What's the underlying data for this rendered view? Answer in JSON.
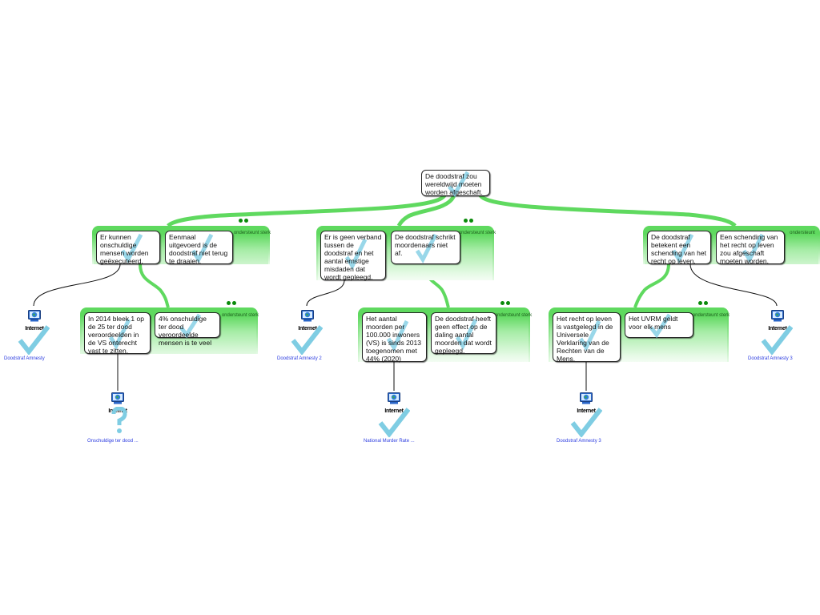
{
  "colors": {
    "support": "#5fd95f",
    "dots": "#0a8a0a",
    "check": "#7fcde3",
    "link": "#2b3be0",
    "connector": "#111111"
  },
  "root": {
    "id": "root",
    "text": "De doodstraf zou wereldwijd moeten worden afgeschaft.",
    "mark": "check"
  },
  "groups": [
    {
      "id": "g1",
      "label": "ondersteunt sterk",
      "dots": 2,
      "claims": [
        {
          "id": "c1",
          "text": "Er kunnen onschuldige mensen worden geëxecuteerd.",
          "mark": "check"
        },
        {
          "id": "c2",
          "text": "Eenmaal uitgevoerd is de doodstraf niet terug te draaien.",
          "mark": "check"
        }
      ]
    },
    {
      "id": "g2",
      "label": "ondersteunt sterk",
      "dots": 2,
      "claims": [
        {
          "id": "c3",
          "text": "Er is geen verband tussen de doodstraf en het aantal ernstige misdaden dat wordt gepleegd.",
          "mark": "check"
        },
        {
          "id": "c4",
          "text": "De doodstraf schrikt moordenaars niet af.",
          "mark": "check"
        }
      ]
    },
    {
      "id": "g3",
      "label": "ondersteunt",
      "dots": 0,
      "claims": [
        {
          "id": "c5",
          "text": "De doodstraf betekent een schending van het recht op leven.",
          "mark": "check"
        },
        {
          "id": "c6",
          "text": "Een schending van het recht op leven zou afgeschaft moeten worden.",
          "mark": "check"
        }
      ]
    },
    {
      "id": "g4",
      "label": "ondersteunt sterk",
      "dots": 2,
      "claims": [
        {
          "id": "c7",
          "text": "In 2014 bleek 1 op de 25 ter dood veroordeelden in de VS onterecht vast te zitten.",
          "mark": "check"
        },
        {
          "id": "c8",
          "text": "4% onschuldige ter dood veroordeelde mensen is te veel",
          "mark": "check"
        }
      ]
    },
    {
      "id": "g5",
      "label": "ondersteunt sterk",
      "dots": 2,
      "claims": [
        {
          "id": "c9",
          "text": "Het aantal moorden per 100.000 inwoners (VS) is sinds 2013 toegenomen met 44% (2020)",
          "mark": "check"
        },
        {
          "id": "c10",
          "text": "De doodstraf heeft geen effect op de daling aantal moorden dat wordt gepleegd.",
          "mark": "check"
        }
      ]
    },
    {
      "id": "g6",
      "label": "ondersteunt sterk",
      "dots": 2,
      "claims": [
        {
          "id": "c11",
          "text": "Het recht op leven is vastgelegd in de Universele Verklaring van de Rechten van de Mens.",
          "mark": "check"
        },
        {
          "id": "c12",
          "text": "Het UVRM geldt voor elk mens",
          "mark": "check"
        }
      ]
    }
  ],
  "sources": [
    {
      "id": "s1",
      "type": "Internet",
      "link": "Doodstraf Amnesty",
      "mark": "check"
    },
    {
      "id": "s2",
      "type": "Internet",
      "link": "Doodstraf Amnesty 2",
      "mark": "check"
    },
    {
      "id": "s3",
      "type": "Internet",
      "link": "Doodstraf Amnesty 3",
      "mark": "check"
    },
    {
      "id": "s4",
      "type": "Internet",
      "link": "Onschuldige ter dood ...",
      "mark": "question"
    },
    {
      "id": "s5",
      "type": "Internet",
      "link": "National Murder Rate ...",
      "mark": "check"
    },
    {
      "id": "s6",
      "type": "Internet",
      "link": "Doodstraf Amnesty 3",
      "mark": "check"
    }
  ]
}
